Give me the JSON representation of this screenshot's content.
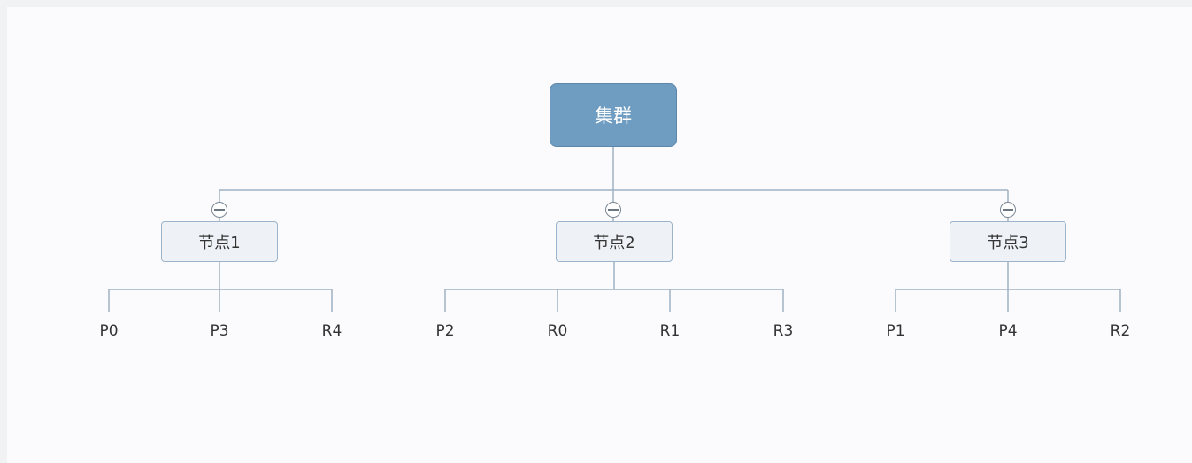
{
  "diagram": {
    "root": {
      "label": "集群",
      "color": "#6f9cc1",
      "children": [
        {
          "label": "节点1",
          "leaves": [
            "P0",
            "P3",
            "R4"
          ]
        },
        {
          "label": "节点2",
          "leaves": [
            "P2",
            "R0",
            "R1",
            "R3"
          ]
        },
        {
          "label": "节点3",
          "leaves": [
            "P1",
            "P4",
            "R2"
          ]
        }
      ]
    },
    "line_color": "#9fb2c4",
    "icon": "collapse-minus-icon"
  }
}
